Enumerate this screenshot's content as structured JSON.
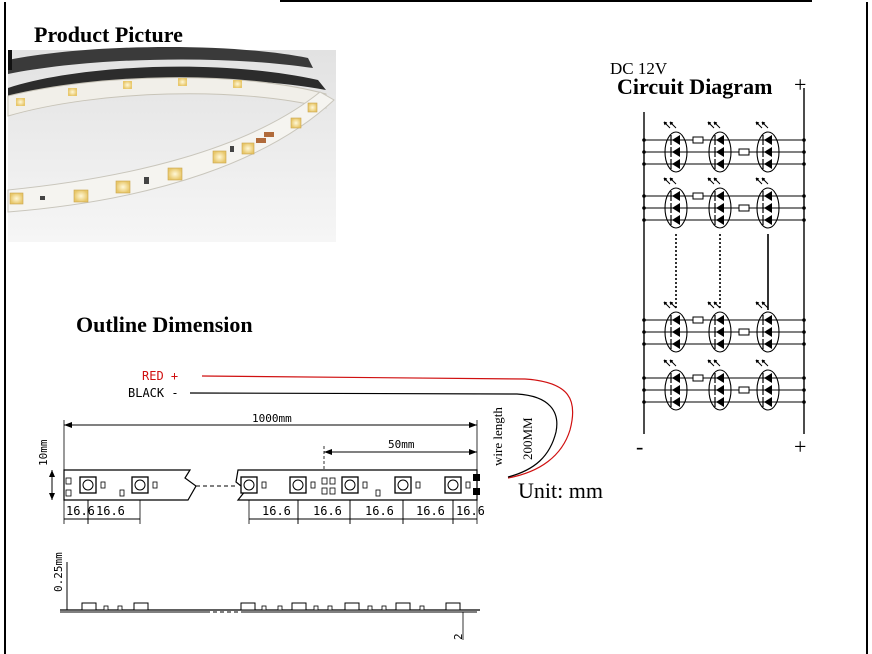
{
  "headings": {
    "product_picture": "Product Picture",
    "circuit_diagram": "Circuit Diagram",
    "outline_dimension": "Outline Dimension"
  },
  "circuit": {
    "voltage": "DC 12V",
    "plus_top": "+",
    "minus": "-",
    "plus_bottom": "+"
  },
  "dimension": {
    "red_label": "RED +",
    "black_label": "BLACK -",
    "length_total": "1000mm",
    "length_segment": "50mm",
    "height": "10mm",
    "wire_length_label": "wire length",
    "wire_length_value": "200MM",
    "pitch_values": [
      "16.6",
      "16.6",
      "16.6",
      "16.6",
      "16.6",
      "16.6",
      "16.6"
    ],
    "unit": "Unit: mm",
    "thickness": "0.25mm",
    "side_height": "2"
  },
  "colors": {
    "red_wire": "#d01010",
    "led_fill": "#f4d989",
    "strip_bg": "#f3f3f3"
  }
}
